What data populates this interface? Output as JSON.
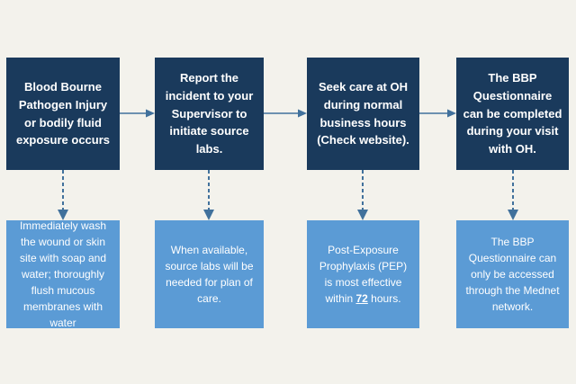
{
  "page": {
    "background_color": "#f3f2ec",
    "type": "bloodborne-pathogen-exposure-flowchart"
  },
  "colors": {
    "step_box": "#1a3a5c",
    "detail_box": "#5b9bd5",
    "connector": "#41719c",
    "text": "#ffffff"
  },
  "icons": {
    "horizontal_connector": "arrow-right-icon",
    "vertical_connector": "dashed-arrow-down-icon"
  },
  "flowchart": {
    "top_row": [
      {
        "text": "Blood Bourne Pathogen Injury or bodily fluid exposure occurs"
      },
      {
        "text": "Report the incident to your Supervisor to initiate source labs."
      },
      {
        "text": "Seek care at OH during normal business hours (Check website)."
      },
      {
        "text": "The BBP Questionnaire can be completed during your visit with OH."
      }
    ],
    "bottom_row": [
      {
        "text": "Immediately wash the wound or skin site with soap and water; thoroughly flush mucous membranes with water"
      },
      {
        "text": "When available, source labs will be needed for plan of care."
      },
      {
        "before": "Post-Exposure Prophylaxis (PEP) is most effective within ",
        "highlight": "72",
        "after": " hours."
      },
      {
        "text": "The BBP Questionnaire can only be accessed through the Mednet network."
      }
    ]
  }
}
